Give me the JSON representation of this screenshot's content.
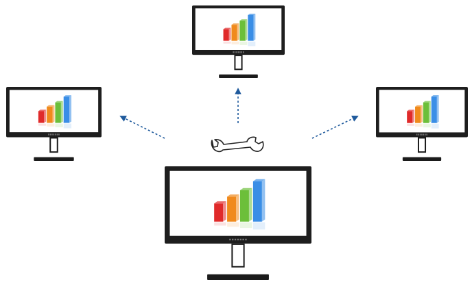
{
  "colors": {
    "bezel": "#1e1e1e",
    "screen": "#ffffff",
    "stand": "#1b1b1b",
    "arrow": "#1f5a9c",
    "wrench_stroke": "#222222",
    "bars": [
      "#e02a2a",
      "#f08a1c",
      "#6cbf3a",
      "#3a8ee6"
    ]
  },
  "diagram": {
    "center_item": {
      "icon": "wrench-icon"
    },
    "hub_monitor": {
      "icon": "monitor-icon",
      "chart_icon": "bar-chart-icon"
    },
    "spoke_monitors": [
      {
        "id": "top",
        "icon": "monitor-icon",
        "chart_icon": "bar-chart-icon"
      },
      {
        "id": "left",
        "icon": "monitor-icon",
        "chart_icon": "bar-chart-icon"
      },
      {
        "id": "right",
        "icon": "monitor-icon",
        "chart_icon": "bar-chart-icon"
      }
    ],
    "connections": [
      {
        "from": "wrench",
        "to": "top",
        "style": "dashed-arrow"
      },
      {
        "from": "wrench",
        "to": "left",
        "style": "dashed-arrow"
      },
      {
        "from": "wrench",
        "to": "right",
        "style": "dashed-arrow"
      }
    ]
  }
}
